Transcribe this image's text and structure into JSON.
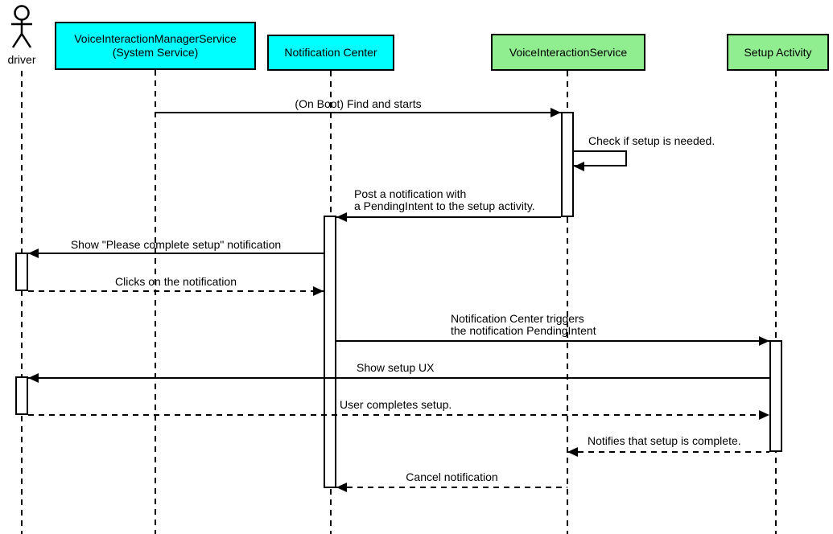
{
  "diagram": {
    "type": "uml-sequence-diagram",
    "colors": {
      "participant_cyan": "#00FFFF",
      "participant_green": "#90EE90",
      "line": "#000000",
      "background": "#FFFFFF"
    },
    "participants": [
      {
        "label": "driver",
        "kind": "actor"
      },
      {
        "label": "VoiceInteractionManagerService\n(System Service)",
        "kind": "participant",
        "fill": "#00FFFF"
      },
      {
        "label": "Notification Center",
        "kind": "participant",
        "fill": "#00FFFF"
      },
      {
        "label": "VoiceInteractionService",
        "kind": "participant",
        "fill": "#90EE90"
      },
      {
        "label": "Setup Activity",
        "kind": "participant",
        "fill": "#90EE90"
      }
    ],
    "messages": [
      {
        "label": "(On Boot) Find and starts",
        "from": "VoiceInteractionManagerService (System Service)",
        "to": "VoiceInteractionService",
        "style": "solid"
      },
      {
        "label": "Check if setup is needed.",
        "from": "VoiceInteractionService",
        "to": "VoiceInteractionService",
        "style": "solid-self"
      },
      {
        "label": "Post a notification with\na PendingIntent to the setup activity.",
        "from": "VoiceInteractionService",
        "to": "Notification Center",
        "style": "solid"
      },
      {
        "label": "Show \"Please complete setup\" notification",
        "from": "Notification Center",
        "to": "driver",
        "style": "solid"
      },
      {
        "label": "Clicks on the notification",
        "from": "driver",
        "to": "Notification Center",
        "style": "dashed"
      },
      {
        "label": "Notification Center triggers\nthe notification PendingIntent",
        "from": "Notification Center",
        "to": "Setup Activity",
        "style": "solid"
      },
      {
        "label": "Show setup UX",
        "from": "Setup Activity",
        "to": "driver",
        "style": "solid"
      },
      {
        "label": "User completes setup.",
        "from": "driver",
        "to": "Setup Activity",
        "style": "dashed"
      },
      {
        "label": "Notifies that setup is complete.",
        "from": "Setup Activity",
        "to": "VoiceInteractionService",
        "style": "dashed"
      },
      {
        "label": "Cancel notification",
        "from": "VoiceInteractionService",
        "to": "Notification Center",
        "style": "dashed"
      }
    ]
  }
}
